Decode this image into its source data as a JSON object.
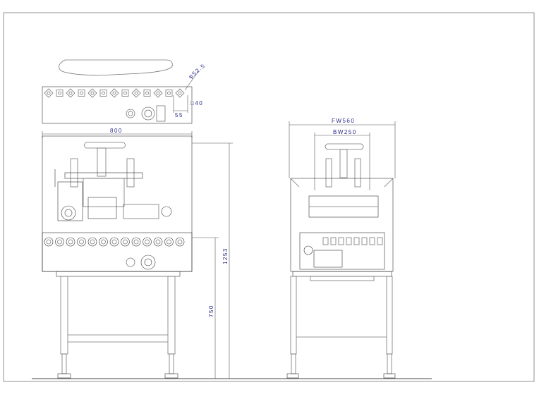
{
  "drawing": {
    "front_view": {
      "dim_hole_diameter": "φ52.5",
      "dim_square": "□40",
      "dim_pitch": "55",
      "dim_width": "800",
      "dim_total_height": "1253",
      "dim_table_height": "750"
    },
    "side_view": {
      "dim_frame_width": "FW560",
      "dim_belt_width": "BW250"
    }
  }
}
